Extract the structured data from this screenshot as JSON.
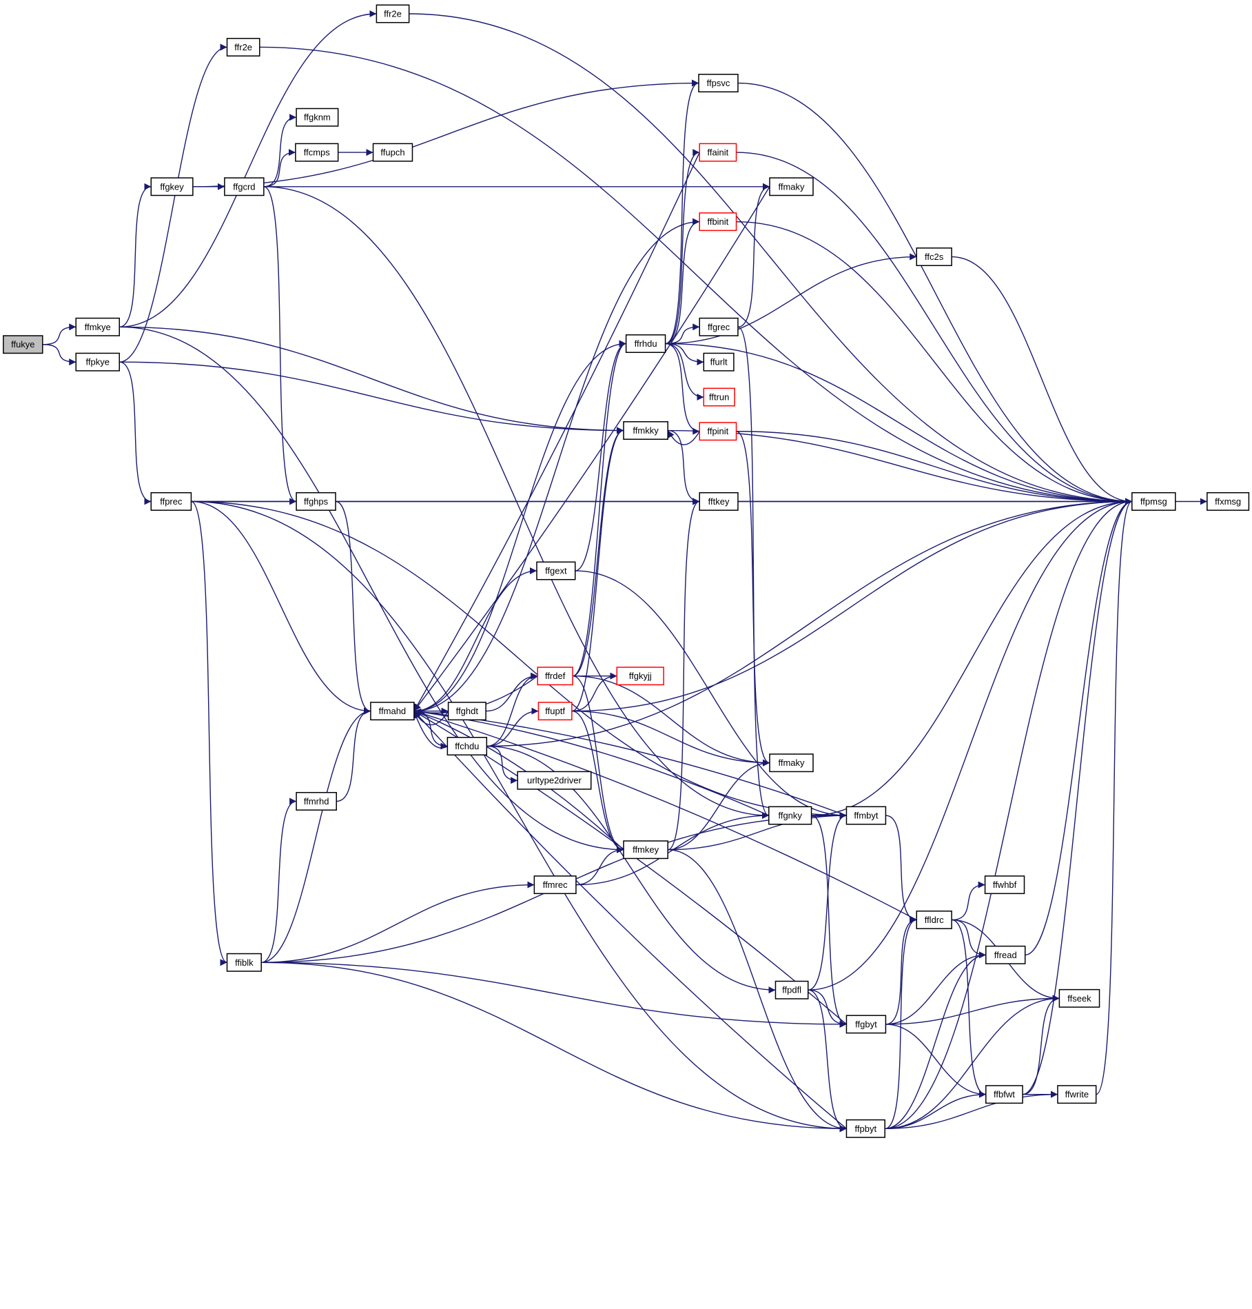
{
  "colors": {
    "edge": "#191970",
    "node_border": "#000000",
    "node_border_truncated": "#ff0000",
    "node_fill": "#ffffff",
    "root_fill": "#bfbfbf"
  },
  "nodes": [
    {
      "id": "ffukye",
      "label": "ffukye",
      "style": "root"
    },
    {
      "id": "ffmkye",
      "label": "ffmkye"
    },
    {
      "id": "ffpkye",
      "label": "ffpkye"
    },
    {
      "id": "ffr2e_a",
      "label": "ffr2e"
    },
    {
      "id": "ffr2e_b",
      "label": "ffr2e"
    },
    {
      "id": "ffgkey",
      "label": "ffgkey"
    },
    {
      "id": "ffgcrd",
      "label": "ffgcrd"
    },
    {
      "id": "ffgknm",
      "label": "ffgknm"
    },
    {
      "id": "ffcmps",
      "label": "ffcmps"
    },
    {
      "id": "ffupch",
      "label": "ffupch"
    },
    {
      "id": "ffprec",
      "label": "ffprec"
    },
    {
      "id": "ffghps",
      "label": "ffghps"
    },
    {
      "id": "ffmrhd",
      "label": "ffmrhd"
    },
    {
      "id": "ffiblk",
      "label": "ffiblk"
    },
    {
      "id": "ffmahd",
      "label": "ffmahd"
    },
    {
      "id": "ffghdt",
      "label": "ffghdt"
    },
    {
      "id": "ffchdu",
      "label": "ffchdu"
    },
    {
      "id": "urltype2driver",
      "label": "urltype2driver"
    },
    {
      "id": "ffgext",
      "label": "ffgext"
    },
    {
      "id": "ffrdef",
      "label": "ffrdef",
      "style": "truncated"
    },
    {
      "id": "ffuptf",
      "label": "ffuptf",
      "style": "truncated"
    },
    {
      "id": "ffgkyjj",
      "label": "ffgkyjj",
      "style": "truncated"
    },
    {
      "id": "ffmrec",
      "label": "ffmrec"
    },
    {
      "id": "ffmkey",
      "label": "ffmkey"
    },
    {
      "id": "ffmkky",
      "label": "ffmkky"
    },
    {
      "id": "ffrhdu",
      "label": "ffrhdu"
    },
    {
      "id": "ffpsvc",
      "label": "ffpsvc"
    },
    {
      "id": "ffainit",
      "label": "ffainit",
      "style": "truncated"
    },
    {
      "id": "ffmaky_top",
      "label": "ffmaky"
    },
    {
      "id": "ffbinit",
      "label": "ffbinit",
      "style": "truncated"
    },
    {
      "id": "ffgrec",
      "label": "ffgrec"
    },
    {
      "id": "ffurlt",
      "label": "ffurlt"
    },
    {
      "id": "fftrun",
      "label": "fftrun",
      "style": "truncated"
    },
    {
      "id": "ffpinit",
      "label": "ffpinit",
      "style": "truncated"
    },
    {
      "id": "fftkey",
      "label": "fftkey"
    },
    {
      "id": "ffc2s",
      "label": "ffc2s"
    },
    {
      "id": "ffmaky_low",
      "label": "ffmaky"
    },
    {
      "id": "ffgnky",
      "label": "ffgnky"
    },
    {
      "id": "ffmbyt",
      "label": "ffmbyt"
    },
    {
      "id": "ffpdfl",
      "label": "ffpdfl"
    },
    {
      "id": "ffgbyt",
      "label": "ffgbyt"
    },
    {
      "id": "ffpbyt",
      "label": "ffpbyt"
    },
    {
      "id": "ffldrc",
      "label": "ffldrc"
    },
    {
      "id": "ffwhbf",
      "label": "ffwhbf"
    },
    {
      "id": "ffread",
      "label": "ffread"
    },
    {
      "id": "ffseek",
      "label": "ffseek"
    },
    {
      "id": "ffbfwt",
      "label": "ffbfwt"
    },
    {
      "id": "ffwrite",
      "label": "ffwrite"
    },
    {
      "id": "ffpmsg",
      "label": "ffpmsg"
    },
    {
      "id": "ffxmsg",
      "label": "ffxmsg"
    }
  ],
  "edges": [
    [
      "ffukye",
      "ffmkye"
    ],
    [
      "ffukye",
      "ffpkye"
    ],
    [
      "ffmkye",
      "ffr2e_a"
    ],
    [
      "ffmkye",
      "ffgkey"
    ],
    [
      "ffmkye",
      "ffmkky"
    ],
    [
      "ffmkye",
      "ffmkey"
    ],
    [
      "ffpkye",
      "ffr2e_b"
    ],
    [
      "ffpkye",
      "ffmkky"
    ],
    [
      "ffpkye",
      "ffprec"
    ],
    [
      "ffr2e_a",
      "ffpmsg"
    ],
    [
      "ffr2e_b",
      "ffpmsg"
    ],
    [
      "ffgkey",
      "ffgcrd"
    ],
    [
      "ffgkey",
      "ffpsvc"
    ],
    [
      "ffgcrd",
      "ffgknm"
    ],
    [
      "ffgcrd",
      "ffcmps"
    ],
    [
      "ffgcrd",
      "ffmaky_top"
    ],
    [
      "ffgcrd",
      "ffghps"
    ],
    [
      "ffgcrd",
      "ffgnky"
    ],
    [
      "ffcmps",
      "ffupch"
    ],
    [
      "ffprec",
      "ffiblk"
    ],
    [
      "ffprec",
      "ffmahd"
    ],
    [
      "ffprec",
      "fftkey"
    ],
    [
      "ffprec",
      "ffmbyt"
    ],
    [
      "ffprec",
      "ffpbyt"
    ],
    [
      "ffprec",
      "ffpmsg"
    ],
    [
      "ffghps",
      "ffmahd"
    ],
    [
      "ffmrhd",
      "ffmahd"
    ],
    [
      "ffiblk",
      "ffmrhd"
    ],
    [
      "ffiblk",
      "ffmahd"
    ],
    [
      "ffiblk",
      "ffmrec"
    ],
    [
      "ffiblk",
      "ffgbyt"
    ],
    [
      "ffiblk",
      "ffpbyt"
    ],
    [
      "ffiblk",
      "ffmbyt"
    ],
    [
      "ffmahd",
      "ffghdt"
    ],
    [
      "ffmahd",
      "ffchdu"
    ],
    [
      "ffmahd",
      "ffgext"
    ],
    [
      "ffmahd",
      "ffrhdu"
    ],
    [
      "ffmahd",
      "ffbinit"
    ],
    [
      "ffghdt",
      "ffmahd"
    ],
    [
      "ffghdt",
      "ffrdef"
    ],
    [
      "ffchdu",
      "ffmahd"
    ],
    [
      "ffchdu",
      "ffrdef"
    ],
    [
      "ffchdu",
      "ffuptf"
    ],
    [
      "ffchdu",
      "urltype2driver"
    ],
    [
      "ffchdu",
      "ffpdfl"
    ],
    [
      "ffchdu",
      "ffpmsg"
    ],
    [
      "ffgext",
      "ffrhdu"
    ],
    [
      "ffgext",
      "ffmbyt"
    ],
    [
      "ffrdef",
      "ffmahd"
    ],
    [
      "ffrdef",
      "ffgkyjj"
    ],
    [
      "ffrdef",
      "ffmkky"
    ],
    [
      "ffrdef",
      "ffmaky_low"
    ],
    [
      "ffrdef",
      "ffmkey"
    ],
    [
      "ffrdef",
      "ffrhdu"
    ],
    [
      "ffuptf",
      "ffgkyjj"
    ],
    [
      "ffuptf",
      "ffmkky"
    ],
    [
      "ffuptf",
      "ffmaky_low"
    ],
    [
      "ffuptf",
      "ffmkey"
    ],
    [
      "ffuptf",
      "ffpmsg"
    ],
    [
      "ffmrec",
      "ffmkey"
    ],
    [
      "ffmrec",
      "ffgnky"
    ],
    [
      "ffmkey",
      "ffmahd"
    ],
    [
      "ffmkey",
      "fftkey"
    ],
    [
      "ffmkey",
      "ffmaky_low"
    ],
    [
      "ffmkey",
      "ffmbyt"
    ],
    [
      "ffmkey",
      "ffpbyt"
    ],
    [
      "ffmkky",
      "fftkey"
    ],
    [
      "ffmkky",
      "ffpmsg"
    ],
    [
      "ffrhdu",
      "ffpsvc"
    ],
    [
      "ffrhdu",
      "ffainit"
    ],
    [
      "ffrhdu",
      "ffbinit"
    ],
    [
      "ffrhdu",
      "ffc2s"
    ],
    [
      "ffrhdu",
      "ffgrec"
    ],
    [
      "ffrhdu",
      "ffurlt"
    ],
    [
      "ffrhdu",
      "fftrun"
    ],
    [
      "ffrhdu",
      "ffpinit"
    ],
    [
      "ffrhdu",
      "ffpmsg"
    ],
    [
      "ffpsvc",
      "ffpmsg"
    ],
    [
      "ffainit",
      "ffmahd"
    ],
    [
      "ffainit",
      "ffpmsg"
    ],
    [
      "ffmaky_top",
      "ffmahd"
    ],
    [
      "ffbinit",
      "ffpmsg"
    ],
    [
      "ffgrec",
      "ffmaky_top"
    ],
    [
      "ffgrec",
      "ffgnky"
    ],
    [
      "ffpinit",
      "ffmkky"
    ],
    [
      "ffpinit",
      "ffmaky_low"
    ],
    [
      "ffpinit",
      "ffpmsg"
    ],
    [
      "fftkey",
      "ffpmsg"
    ],
    [
      "ffc2s",
      "ffpmsg"
    ],
    [
      "ffgnky",
      "ffmahd"
    ],
    [
      "ffgnky",
      "ffmbyt"
    ],
    [
      "ffgnky",
      "ffgbyt"
    ],
    [
      "ffgnky",
      "ffpmsg"
    ],
    [
      "ffmbyt",
      "ffmahd"
    ],
    [
      "ffmbyt",
      "ffldrc"
    ],
    [
      "ffpdfl",
      "ffmbyt"
    ],
    [
      "ffpdfl",
      "ffgbyt"
    ],
    [
      "ffpdfl",
      "ffpbyt"
    ],
    [
      "ffpdfl",
      "ffpmsg"
    ],
    [
      "ffgbyt",
      "ffmahd"
    ],
    [
      "ffgbyt",
      "ffldrc"
    ],
    [
      "ffgbyt",
      "ffread"
    ],
    [
      "ffgbyt",
      "ffseek"
    ],
    [
      "ffgbyt",
      "ffbfwt"
    ],
    [
      "ffpbyt",
      "ffmahd"
    ],
    [
      "ffpbyt",
      "ffldrc"
    ],
    [
      "ffpbyt",
      "ffread"
    ],
    [
      "ffpbyt",
      "ffseek"
    ],
    [
      "ffpbyt",
      "ffbfwt"
    ],
    [
      "ffpbyt",
      "ffwrite"
    ],
    [
      "ffpbyt",
      "ffpmsg"
    ],
    [
      "ffldrc",
      "ffmahd"
    ],
    [
      "ffldrc",
      "ffwhbf"
    ],
    [
      "ffldrc",
      "ffread"
    ],
    [
      "ffldrc",
      "ffseek"
    ],
    [
      "ffldrc",
      "ffbfwt"
    ],
    [
      "ffread",
      "ffpmsg"
    ],
    [
      "ffbfwt",
      "ffseek"
    ],
    [
      "ffbfwt",
      "ffwrite"
    ],
    [
      "ffbfwt",
      "ffpmsg"
    ],
    [
      "ffwrite",
      "ffpmsg"
    ],
    [
      "ffpmsg",
      "ffxmsg"
    ]
  ]
}
